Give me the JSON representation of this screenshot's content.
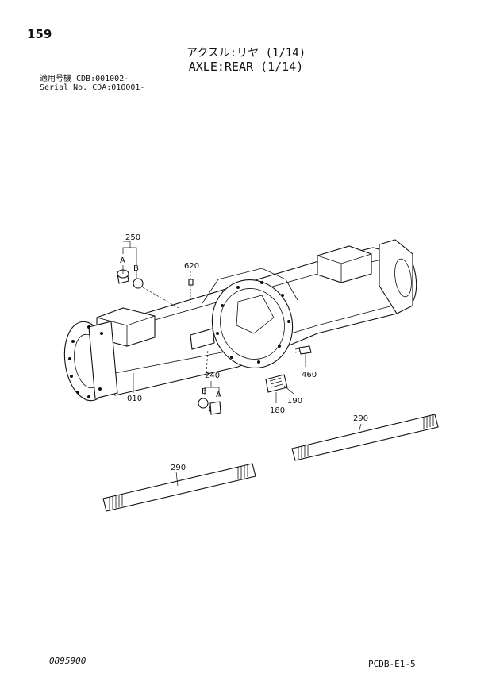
{
  "header": {
    "page_number": "159",
    "title_jp": "アクスル:リヤ (1/14)",
    "title_en": "AXLE:REAR (1/14)",
    "serial_line_1": "適用号機 CDB:001002-",
    "serial_line_2": "Serial No. CDA:010001-"
  },
  "callouts": {
    "p250": "250",
    "p250a": "A",
    "p250b": "B",
    "p620": "620",
    "p010": "010",
    "p240": "240",
    "p240a": "A",
    "p240b": "B",
    "p460": "460",
    "p180": "180",
    "p190": "190",
    "p290_right": "290",
    "p290_left": "290"
  },
  "footer": {
    "doc_code": "0895900",
    "page_code": "PCDB-E1-5"
  }
}
